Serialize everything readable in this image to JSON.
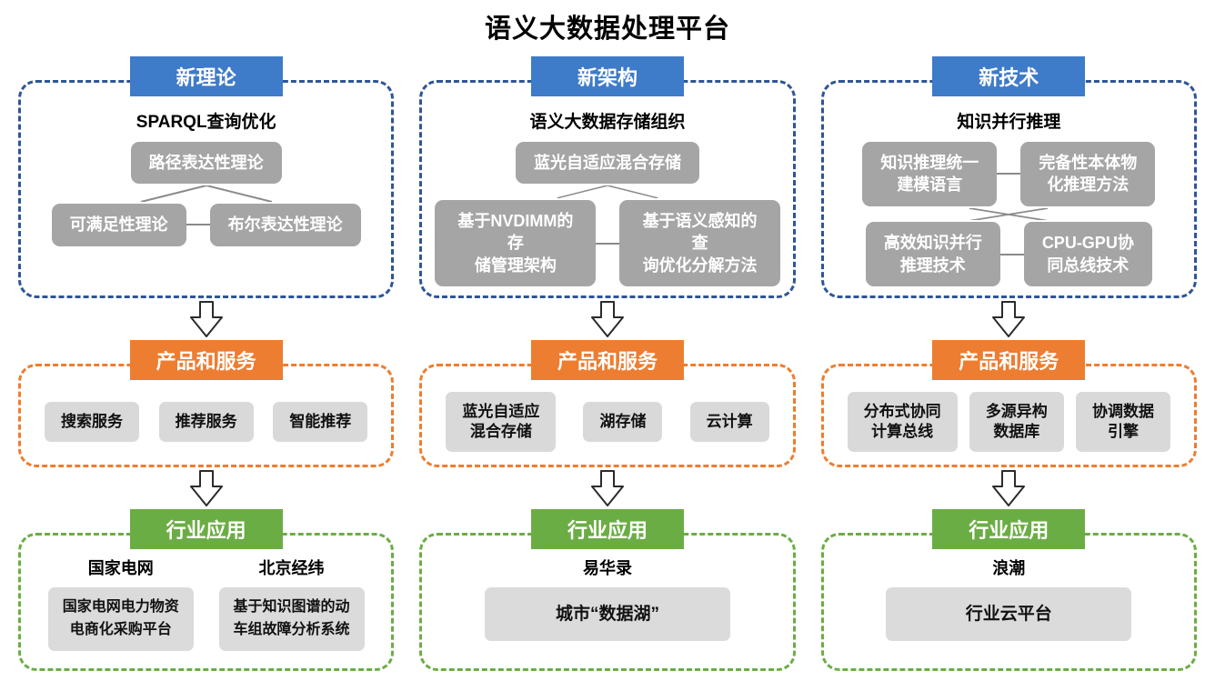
{
  "title": "语义大数据处理平台",
  "colors": {
    "blue_header": "#3E7BC8",
    "blue_border": "#2E5597",
    "orange": "#ED7D31",
    "green": "#6BAD45",
    "dark_gray_box": "#A5A5A5",
    "light_gray_box": "#D9D9D9"
  },
  "columns": [
    {
      "header": "新理论",
      "research": {
        "subtitle": "SPARQL查询优化",
        "top_boxes": [
          "路径表达性理论"
        ],
        "bottom_boxes": [
          "可满足性理论",
          "布尔表达性理论"
        ]
      },
      "products": {
        "header": "产品和服务",
        "items": [
          "搜索服务",
          "推荐服务",
          "智能推荐"
        ]
      },
      "applications": {
        "header": "行业应用",
        "entries": [
          {
            "company": "国家电网",
            "system": "国家电网电力物资\n电商化采购平台"
          },
          {
            "company": "北京经纬",
            "system": "基于知识图谱的动\n车组故障分析系统"
          }
        ]
      }
    },
    {
      "header": "新架构",
      "research": {
        "subtitle": "语义大数据存储组织",
        "top_boxes": [
          "蓝光自适应混合存储"
        ],
        "bottom_boxes": [
          "基于NVDIMM的存\n储管理架构",
          "基于语义感知的查\n询优化分解方法"
        ]
      },
      "products": {
        "header": "产品和服务",
        "items": [
          "蓝光自适应\n混合存储",
          "湖存储",
          "云计算"
        ]
      },
      "applications": {
        "header": "行业应用",
        "entries": [
          {
            "company": "易华录",
            "system": "城市“数据湖”"
          }
        ]
      }
    },
    {
      "header": "新技术",
      "research": {
        "subtitle": "知识并行推理",
        "top_boxes": [
          "知识推理统一\n建模语言",
          "完备性本体物\n化推理方法"
        ],
        "bottom_boxes": [
          "高效知识并行\n推理技术",
          "CPU-GPU协\n同总线技术"
        ]
      },
      "products": {
        "header": "产品和服务",
        "items": [
          "分布式协同\n计算总线",
          "多源异构\n数据库",
          "协调数据\n引擎"
        ]
      },
      "applications": {
        "header": "行业应用",
        "entries": [
          {
            "company": "浪潮",
            "system": "行业云平台"
          }
        ]
      }
    }
  ]
}
